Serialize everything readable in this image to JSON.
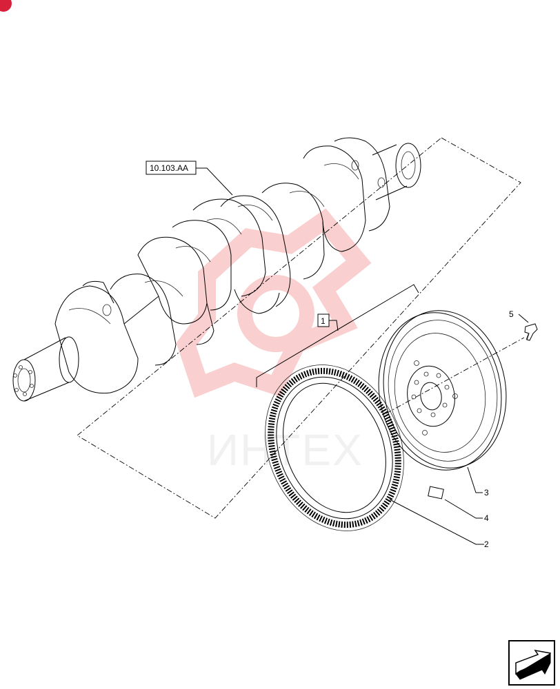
{
  "reference_label": "10.103.AA",
  "group_label": "1",
  "parts": [
    {
      "number": "2",
      "name": ""
    },
    {
      "number": "3",
      "name": ""
    },
    {
      "number": "4",
      "name": ""
    },
    {
      "number": "5",
      "name": ""
    }
  ],
  "watermark": {
    "text": "ИНТЕХ",
    "color": "#f5a0a0"
  },
  "page_marker_color": "#d8203a",
  "nav_icon": "next-page-arrow-icon"
}
